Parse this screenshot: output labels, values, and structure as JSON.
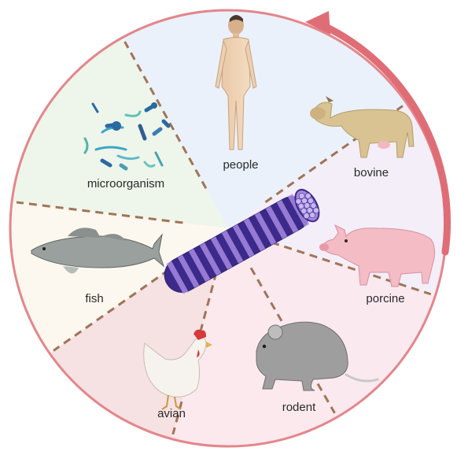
{
  "segments": [
    {
      "id": "people",
      "label": "people",
      "fill": "#eaf1fa"
    },
    {
      "id": "bovine",
      "label": "bovine",
      "fill": "#f3eef7"
    },
    {
      "id": "porcine",
      "label": "porcine",
      "fill": "#fbe9f0"
    },
    {
      "id": "rodent",
      "label": "rodent",
      "fill": "#fbe9ee"
    },
    {
      "id": "avian",
      "label": "avian",
      "fill": "#f6e1e3"
    },
    {
      "id": "fish",
      "label": "fish",
      "fill": "#fdf8ef"
    },
    {
      "id": "microorganism",
      "label": "microorganism",
      "fill": "#eef5ea"
    }
  ],
  "colors": {
    "ring": "#e3868b",
    "outer_arrow": "#df6d76",
    "divider": "#a07458",
    "fiber_dark": "#3b2a8a",
    "fiber_light": "#a788e0"
  },
  "icons": [
    "person-figure-icon",
    "cow-icon",
    "pig-icon",
    "rat-icon",
    "chicken-icon",
    "fish-icon",
    "bacteria-icon",
    "collagen-fiber-icon",
    "cycle-arrow-icon"
  ]
}
